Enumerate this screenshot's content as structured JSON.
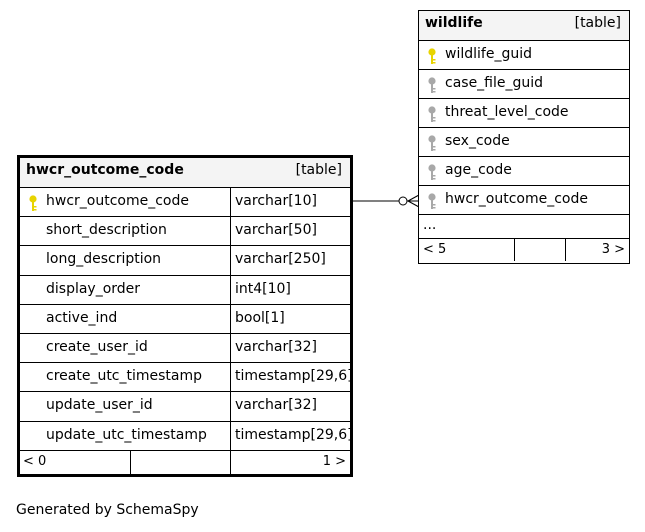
{
  "tables": {
    "wildlife": {
      "name": "wildlife",
      "kind": "[table]",
      "columns": [
        {
          "name": "wildlife_guid",
          "key": "primary"
        },
        {
          "name": "case_file_guid",
          "key": "foreign"
        },
        {
          "name": "threat_level_code",
          "key": "foreign"
        },
        {
          "name": "sex_code",
          "key": "foreign"
        },
        {
          "name": "age_code",
          "key": "foreign"
        },
        {
          "name": "hwcr_outcome_code",
          "key": "foreign"
        }
      ],
      "more": "...",
      "footer": {
        "parents": "< 5",
        "middle": "",
        "children": "3 >"
      }
    },
    "hwcr_outcome_code": {
      "name": "hwcr_outcome_code",
      "kind": "[table]",
      "columns": [
        {
          "name": "hwcr_outcome_code",
          "type": "varchar[10]",
          "key": "primary"
        },
        {
          "name": "short_description",
          "type": "varchar[50]",
          "key": "none"
        },
        {
          "name": "long_description",
          "type": "varchar[250]",
          "key": "none"
        },
        {
          "name": "display_order",
          "type": "int4[10]",
          "key": "none"
        },
        {
          "name": "active_ind",
          "type": "bool[1]",
          "key": "none"
        },
        {
          "name": "create_user_id",
          "type": "varchar[32]",
          "key": "none"
        },
        {
          "name": "create_utc_timestamp",
          "type": "timestamp[29,6]",
          "key": "none"
        },
        {
          "name": "update_user_id",
          "type": "varchar[32]",
          "key": "none"
        },
        {
          "name": "update_utc_timestamp",
          "type": "timestamp[29,6]",
          "key": "none"
        }
      ],
      "footer": {
        "parents": "< 0",
        "middle": "",
        "children": "1 >"
      }
    }
  },
  "colors": {
    "primary_key": "#e8d400",
    "foreign_key": "#a8a8a8",
    "header_bg": "#f4f4f4"
  },
  "credit": "Generated by SchemaSpy"
}
